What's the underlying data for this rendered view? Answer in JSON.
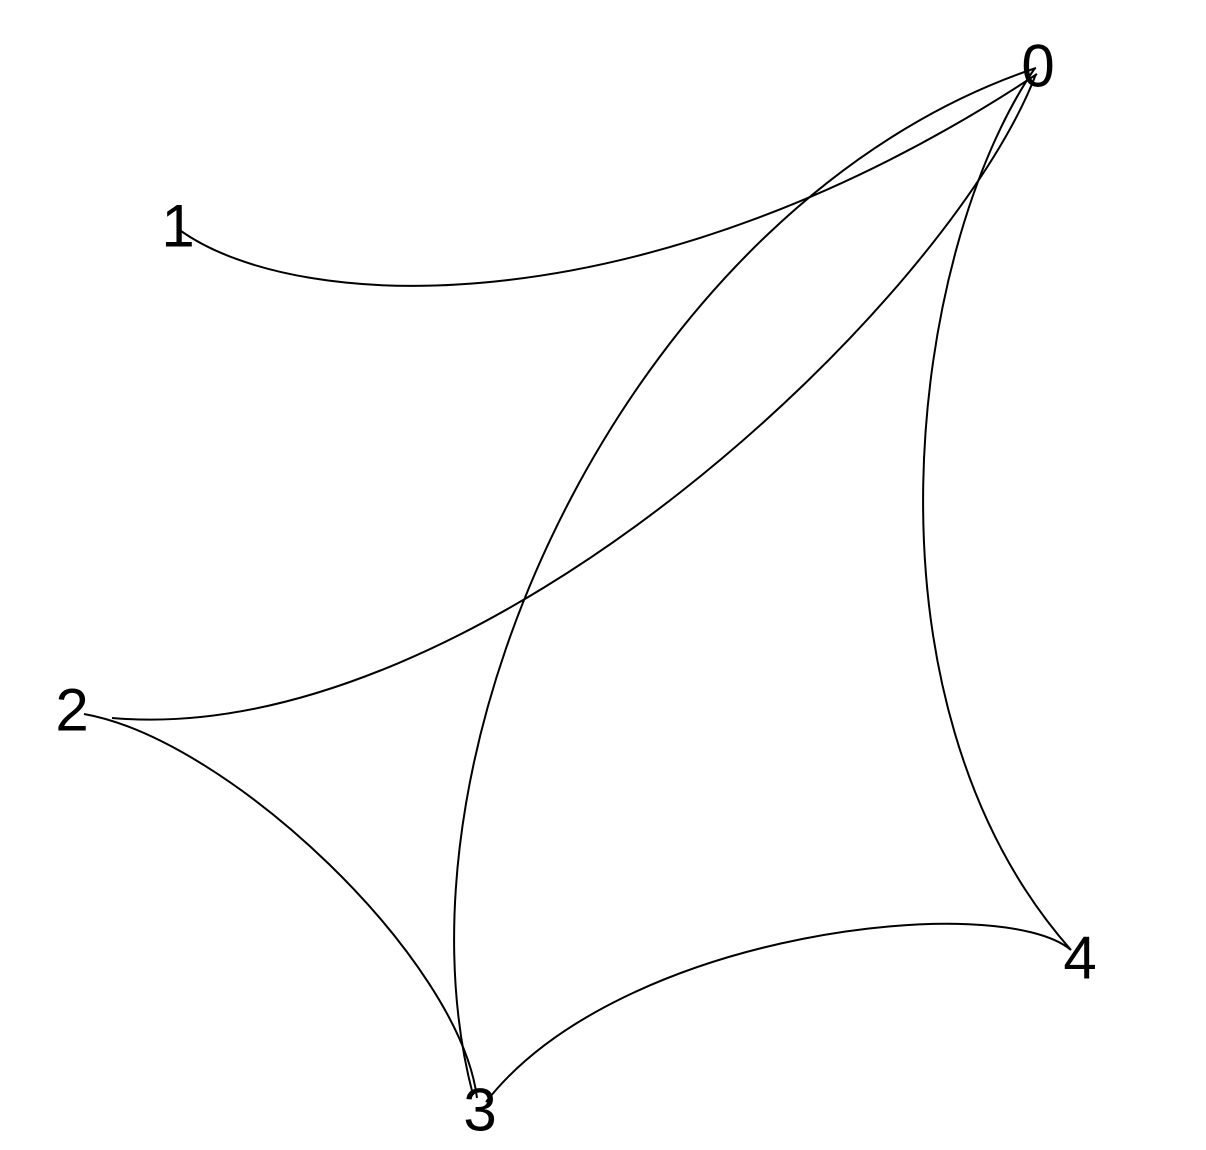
{
  "graph": {
    "nodes": [
      {
        "id": "0",
        "label": "0"
      },
      {
        "id": "1",
        "label": "1"
      },
      {
        "id": "2",
        "label": "2"
      },
      {
        "id": "3",
        "label": "3"
      },
      {
        "id": "4",
        "label": "4"
      }
    ],
    "edges": [
      {
        "source": "1",
        "target": "0"
      },
      {
        "source": "2",
        "target": "0"
      },
      {
        "source": "3",
        "target": "0"
      },
      {
        "source": "4",
        "target": "0"
      },
      {
        "source": "2",
        "target": "3"
      },
      {
        "source": "3",
        "target": "4"
      }
    ],
    "directed": true,
    "colors": {
      "edge": "#000000",
      "label": "#000000",
      "background": "#ffffff"
    }
  }
}
